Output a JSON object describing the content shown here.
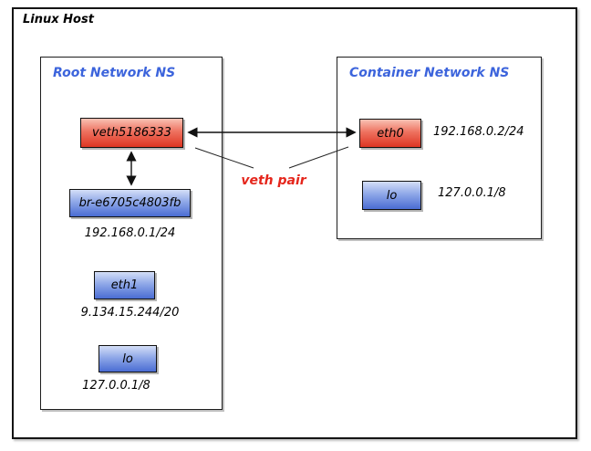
{
  "title": "Linux Host",
  "colors": {
    "ns_title_blue": "#3c64dc",
    "veth_pair_red": "#e5261c",
    "red_node_top": "#f9c2b4",
    "red_node_bottom": "#de3522",
    "blue_node_top": "#d4def7",
    "blue_node_bottom": "#4a6cd3"
  },
  "root_ns": {
    "title": "Root Network NS",
    "veth": {
      "label": "veth5186333"
    },
    "bridge": {
      "label": "br-e6705c4803fb",
      "ip": "192.168.0.1/24"
    },
    "eth1": {
      "label": "eth1",
      "ip": "9.134.15.244/20"
    },
    "lo": {
      "label": "lo",
      "ip": "127.0.0.1/8"
    }
  },
  "container_ns": {
    "title": "Container Network NS",
    "eth0": {
      "label": "eth0",
      "ip": "192.168.0.2/24"
    },
    "lo": {
      "label": "lo",
      "ip": "127.0.0.1/8"
    }
  },
  "annotations": {
    "veth_pair": "veth pair"
  }
}
